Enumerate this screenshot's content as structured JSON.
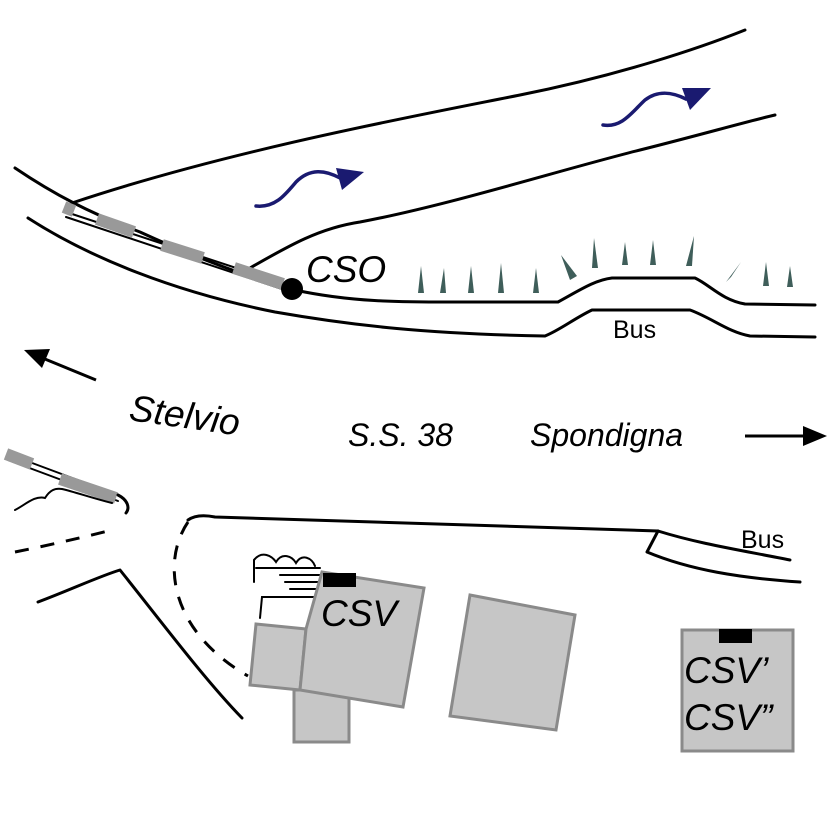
{
  "labels": {
    "cso": "CSO",
    "csv": "CSV",
    "csv1": "CSV’",
    "csv2": "CSV”",
    "bus_top": "Bus",
    "bus_bottom": "Bus",
    "stelvio": "Stelvio",
    "road": "S.S. 38",
    "spondigna": "Spondigna"
  },
  "colors": {
    "building": "#c6c6c6",
    "flow_arrow": "#1a1a70",
    "tree": "#3f5e5a"
  },
  "icons": [
    "flow-arrow-icon",
    "tree-icon",
    "direction-arrow-icon",
    "camera-marker-icon"
  ]
}
